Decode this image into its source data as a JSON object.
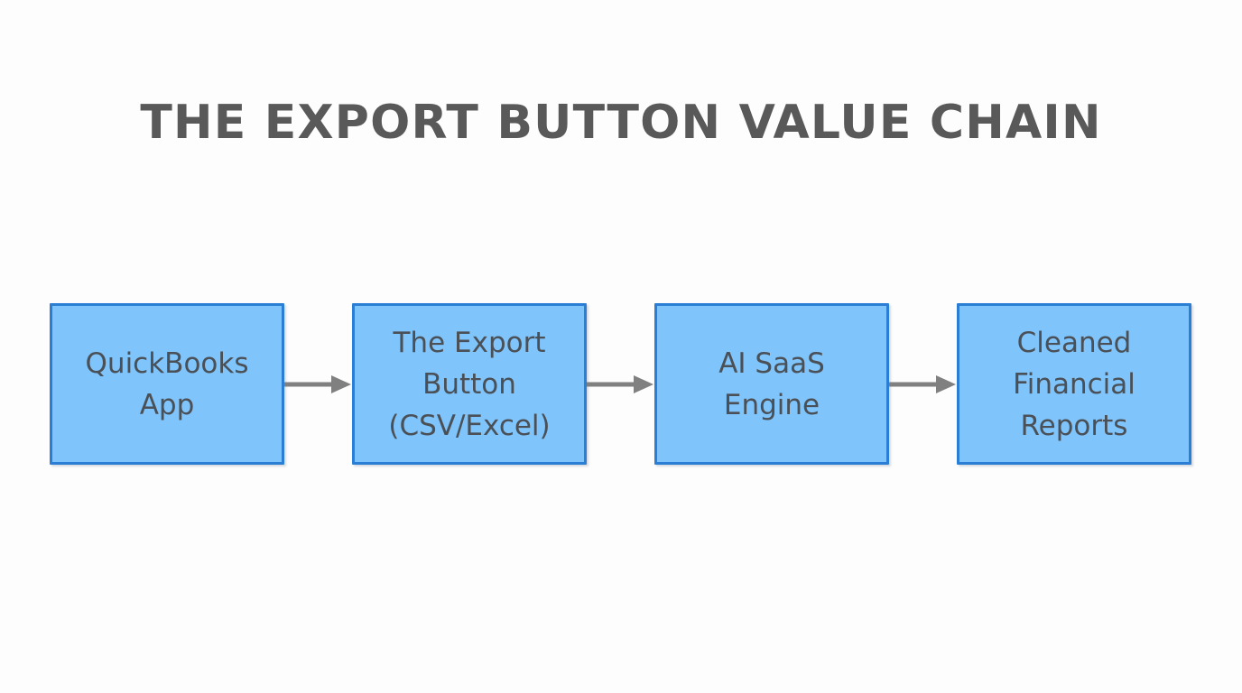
{
  "slide": {
    "title": "THE EXPORT BUTTON VALUE CHAIN",
    "background_color": "#fdfdfd",
    "title_color": "#595959"
  },
  "diagram": {
    "type": "flow-chain",
    "node_fill_color": "#7fc4fb",
    "node_border_color": "#2a7fd4",
    "node_text_color": "#4a5056",
    "arrow_color": "#808080",
    "nodes": [
      {
        "id": "quickbooks-app",
        "label": "QuickBooks\nApp"
      },
      {
        "id": "export-button",
        "label": "The Export\nButton\n(CSV/Excel)"
      },
      {
        "id": "ai-saas-engine",
        "label": "AI SaaS\nEngine"
      },
      {
        "id": "cleaned-financial-reports",
        "label": "Cleaned\nFinancial\nReports"
      }
    ],
    "connectors": [
      {
        "id": "arrow-1",
        "from": "quickbooks-app",
        "to": "export-button",
        "icon": "arrow-right-icon"
      },
      {
        "id": "arrow-2",
        "from": "export-button",
        "to": "ai-saas-engine",
        "icon": "arrow-right-icon"
      },
      {
        "id": "arrow-3",
        "from": "ai-saas-engine",
        "to": "cleaned-financial-reports",
        "icon": "arrow-right-icon"
      }
    ]
  }
}
